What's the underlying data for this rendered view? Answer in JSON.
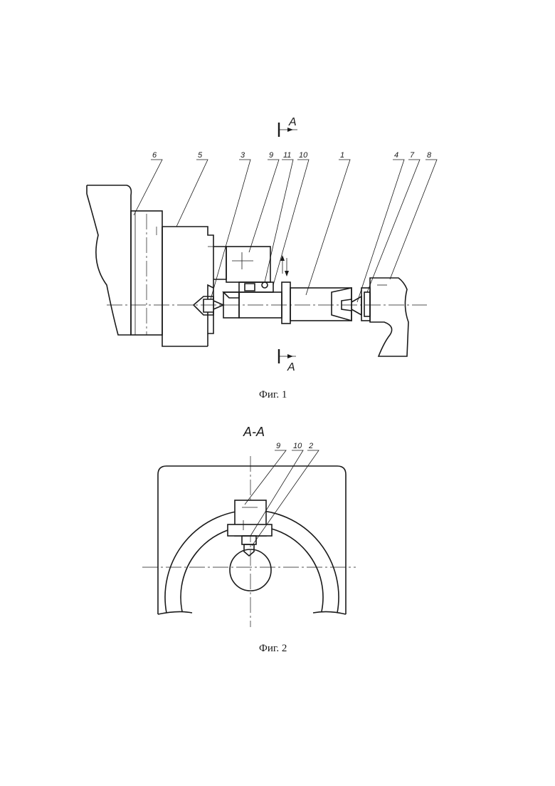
{
  "figure1": {
    "caption": "Фиг. 1",
    "section_mark_top": "A",
    "section_mark_bottom": "A",
    "callouts": [
      "6",
      "5",
      "3",
      "9",
      "11",
      "10",
      "1",
      "4",
      "7",
      "8"
    ]
  },
  "figure2": {
    "caption": "Фиг. 2",
    "section_title": "A-A",
    "callouts": [
      "9",
      "10",
      "2"
    ]
  }
}
